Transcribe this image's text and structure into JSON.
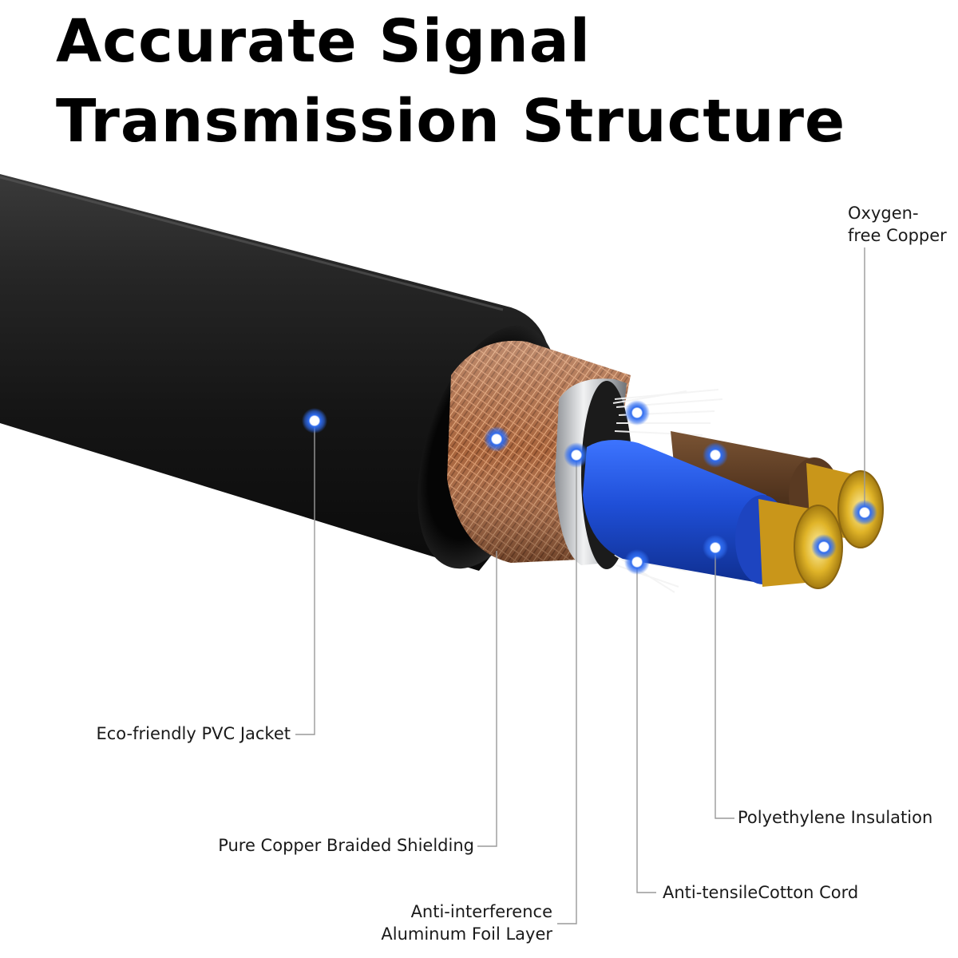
{
  "title": {
    "line1": "Accurate Signal",
    "line2": "Transmission Structure"
  },
  "colors": {
    "jacket": "#1c1c1c",
    "copper_braid": "#b8734a",
    "aluminum_foil": "#c9ccd0",
    "cotton_cord": "#f2f2f2",
    "blue_insulation": "#1f4fd8",
    "brown_insulation": "#5a3a22",
    "copper_conductor": "#e0b428",
    "marker_dot": "#2f6cf0",
    "leader_line": "#9a9a9a"
  },
  "callouts": {
    "oxygen_free_copper": {
      "line1": "Oxygen-",
      "line2": "free Copper",
      "icon": "marker-dot"
    },
    "pvc_jacket": {
      "text": "Eco-friendly PVC Jacket",
      "icon": "marker-dot"
    },
    "copper_braid": {
      "text": "Pure Copper Braided Shielding",
      "icon": "marker-dot"
    },
    "aluminum_foil": {
      "line1": "Anti-interference",
      "line2": "Aluminum Foil Layer",
      "icon": "marker-dot"
    },
    "cotton_cord": {
      "text": "Anti-tensileCotton Cord",
      "icon": "marker-dot"
    },
    "pe_insulation": {
      "text": "Polyethylene Insulation",
      "icon": "marker-dot"
    }
  }
}
